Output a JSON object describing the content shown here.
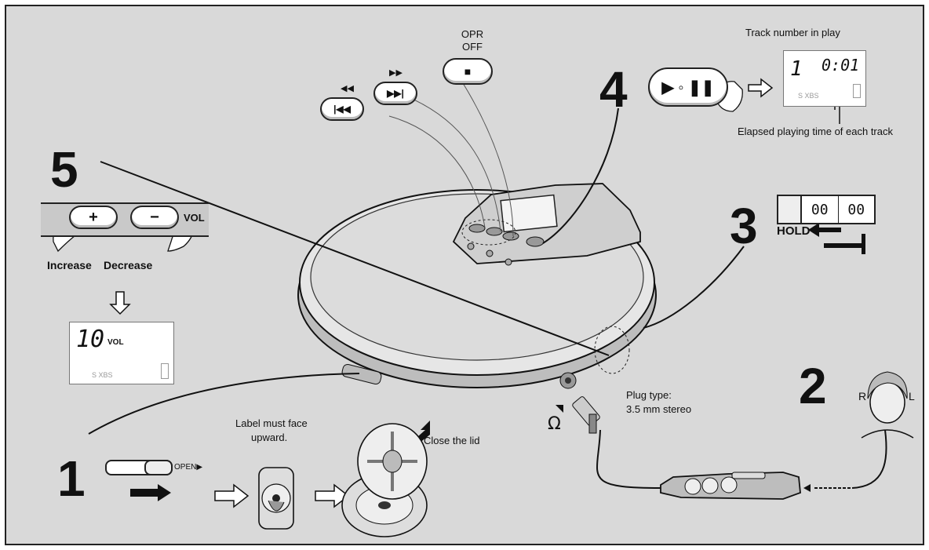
{
  "steps": {
    "s1": "1",
    "s2": "2",
    "s3": "3",
    "s4": "4",
    "s5": "5"
  },
  "stop_button": {
    "label_top": "OPR",
    "label_bottom": "OFF",
    "glyph": "■"
  },
  "skip_buttons": {
    "prev_glyph": "|◀◀",
    "next_glyph": "▶▶|",
    "prev_arrows": "◀◀",
    "next_arrows": "▶▶"
  },
  "play_button": {
    "glyph": "▶ ◦ ❚❚"
  },
  "track_display": {
    "track": "1",
    "time": "0:01",
    "sxbs": "S XBS",
    "label_track": "Track number in play",
    "label_elapsed": "Elapsed playing time of each track"
  },
  "hold_switch": {
    "label": "HOLD",
    "segments": [
      "00",
      "00"
    ]
  },
  "volume": {
    "plus": "+",
    "minus": "−",
    "vol_label": "VOL",
    "increase": "Increase",
    "decrease": "Decrease",
    "display_value": "10",
    "display_unit": "VOL",
    "sxbs": "S XBS"
  },
  "open_switch": {
    "label": "OPEN▶"
  },
  "disc_notes": {
    "label_face": "Label must face",
    "label_face_2": "upward.",
    "close_lid": "Close the lid"
  },
  "headphone": {
    "plug_type": "Plug type:",
    "plug_spec": "3.5 mm stereo",
    "icon": "headphone-icon"
  },
  "listener": {
    "right": "R",
    "left": "L"
  }
}
